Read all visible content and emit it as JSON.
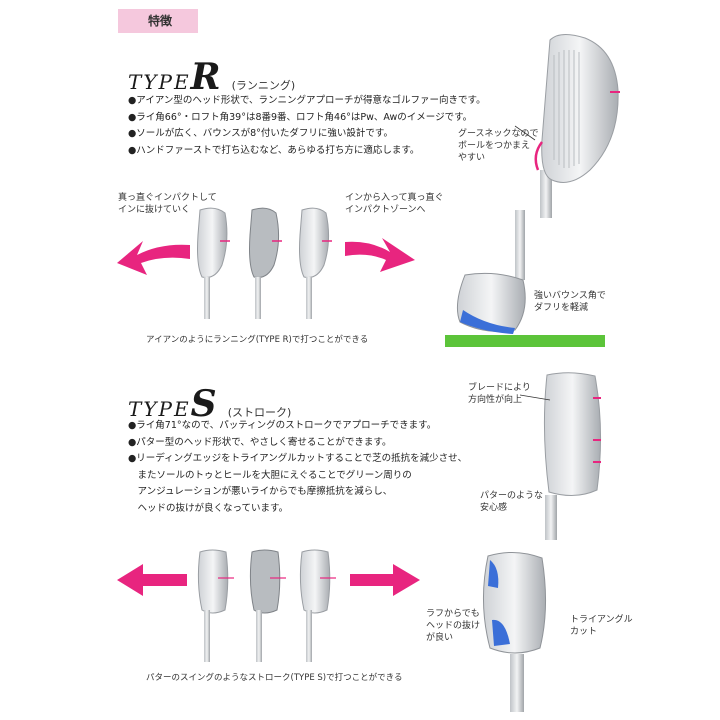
{
  "section_tag": "特徴",
  "type_r": {
    "title_word": "TYPE",
    "title_letter": "R",
    "subtitle": "(ランニング)",
    "bullets": [
      "●アイアン型のヘッド形状で、ランニングアプローチが得意なゴルファー向きです。",
      "●ライ角66°・ロフト角39°は8番9番、ロフト角46°はPw、Awのイメージです。",
      "●ソールが広く、バウンスが8°付いたダフリに強い設計です。",
      "●ハンドファーストで打ち込むなど、あらゆる打ち方に適応します。"
    ],
    "callout_goose": [
      "グースネックなので",
      "ボールをつかまえ",
      "やすい"
    ],
    "callout_left": [
      "真っ直ぐインパクトして",
      "インに抜けていく"
    ],
    "callout_right": [
      "インから入って真っ直ぐ",
      "インパクトゾーンへ"
    ],
    "callout_bounce": [
      "強いバウンス角で",
      "ダフリを軽減"
    ],
    "caption": "アイアンのようにランニング(TYPE R)で打つことができる"
  },
  "type_s": {
    "title_word": "TYPE",
    "title_letter": "S",
    "subtitle": "(ストローク)",
    "bullets": [
      "●ライ角71°なので、パッティングのストロークでアプローチできます。",
      "●パター型のヘッド形状で、やさしく寄せることができます。",
      "●リーディングエッジをトライアングルカットすることで芝の抵抗を減少させ、",
      "　またソールのトゥとヒールを大胆にえぐることでグリーン周りの",
      "　アンジュレーションが悪いライからでも摩擦抵抗を減らし、",
      "　ヘッドの抜けが良くなっています。"
    ],
    "callout_blade": [
      "ブレードにより",
      "方向性が向上"
    ],
    "callout_putter": [
      "パターのような",
      "安心感"
    ],
    "callout_rough": [
      "ラフからでも",
      "ヘッドの抜け",
      "が良い"
    ],
    "callout_triangle": [
      "トライアングル",
      "カット"
    ],
    "caption": "パターのスイングのようなストローク(TYPE S)で打つことができる"
  },
  "colors": {
    "pink": "#e8257f",
    "tag_bg": "#f5c8dd",
    "grass": "#5cc43a"
  }
}
